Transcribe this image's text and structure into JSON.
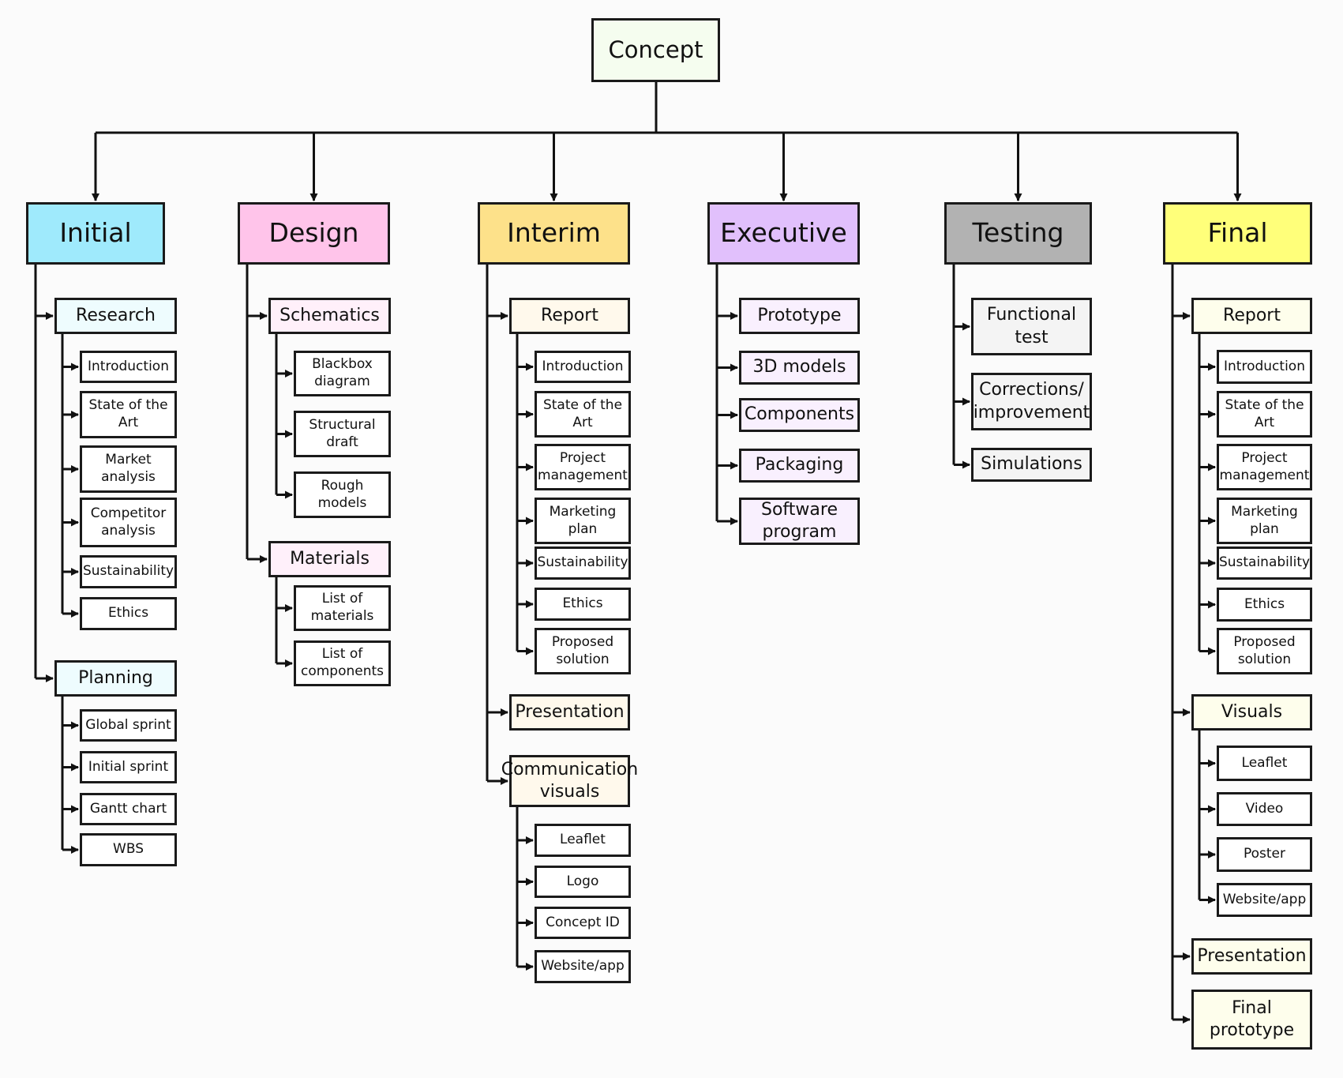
{
  "diagram": {
    "root": "Concept",
    "columns": [
      {
        "name": "Initial",
        "color": "#9feafc",
        "sub_color": "#eefcfe",
        "groups": [
          {
            "name": "Research",
            "items": [
              "Introduction",
              "State of the\nArt",
              "Market\nanalysis",
              "Competitor\nanalysis",
              "Sustainability",
              "Ethics"
            ]
          },
          {
            "name": "Planning",
            "items": [
              "Global sprint",
              "Initial sprint",
              "Gantt chart",
              "WBS"
            ]
          }
        ]
      },
      {
        "name": "Design",
        "color": "#ffc4ea",
        "sub_color": "#fff0fa",
        "groups": [
          {
            "name": "Schematics",
            "items": [
              "Blackbox\ndiagram",
              "Structural\ndraft",
              "Rough\nmodels"
            ]
          },
          {
            "name": "Materials",
            "items": [
              "List of\nmaterials",
              "List of\ncomponents"
            ]
          }
        ]
      },
      {
        "name": "Interim",
        "color": "#fde18a",
        "sub_color": "#fff9ec",
        "groups": [
          {
            "name": "Report",
            "items": [
              "Introduction",
              "State of the\nArt",
              "Project\nmanagement",
              "Marketing\nplan",
              "Sustainability",
              "Ethics",
              "Proposed\nsolution"
            ]
          },
          {
            "name": "Presentation",
            "items": []
          },
          {
            "name": "Communication\nvisuals",
            "items": [
              "Leaflet",
              "Logo",
              "Concept ID",
              "Website/app"
            ]
          }
        ]
      },
      {
        "name": "Executive",
        "color": "#e1c0fc",
        "sub_color": "#f9f0fe",
        "groups": [
          {
            "name": "Prototype",
            "items": []
          },
          {
            "name": "3D models",
            "items": []
          },
          {
            "name": "Components",
            "items": []
          },
          {
            "name": "Packaging",
            "items": []
          },
          {
            "name": "Software\nprogram",
            "items": []
          }
        ]
      },
      {
        "name": "Testing",
        "color": "#b2b2b2",
        "sub_color": "#f4f4f4",
        "groups": [
          {
            "name": "Functional\ntest",
            "items": []
          },
          {
            "name": "Corrections/\nimprovement",
            "items": []
          },
          {
            "name": "Simulations",
            "items": []
          }
        ]
      },
      {
        "name": "Final",
        "color": "#ffff7a",
        "sub_color": "#fefeec",
        "groups": [
          {
            "name": "Report",
            "items": [
              "Introduction",
              "State of the\nArt",
              "Project\nmanagement",
              "Marketing\nplan",
              "Sustainability",
              "Ethics",
              "Proposed\nsolution"
            ]
          },
          {
            "name": "Visuals",
            "items": [
              "Leaflet",
              "Video",
              "Poster",
              "Website/app"
            ]
          },
          {
            "name": "Presentation",
            "items": []
          },
          {
            "name": "Final\nprototype",
            "items": []
          }
        ]
      }
    ]
  }
}
